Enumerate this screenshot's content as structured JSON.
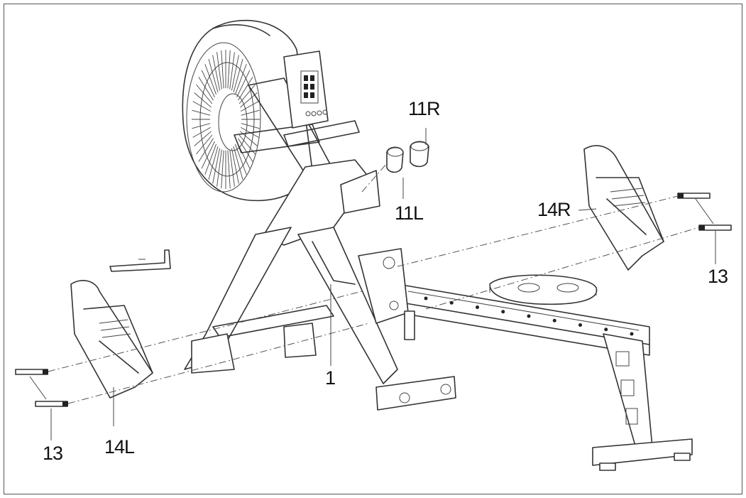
{
  "diagram": {
    "labels": {
      "p11R": "11R",
      "p11L": "11L",
      "p14R": "14R",
      "p14L": "14L",
      "p13_right": "13",
      "p13_left": "13",
      "p1": "1"
    },
    "parts": [
      "flywheel-housing",
      "monitor",
      "front-frame",
      "main-rail",
      "seat",
      "rear-stabilizer",
      "front-stabilizer",
      "left-footrest",
      "right-footrest",
      "left-axle-bolts",
      "right-axle-bolts",
      "hex-key",
      "handle-caps"
    ]
  }
}
